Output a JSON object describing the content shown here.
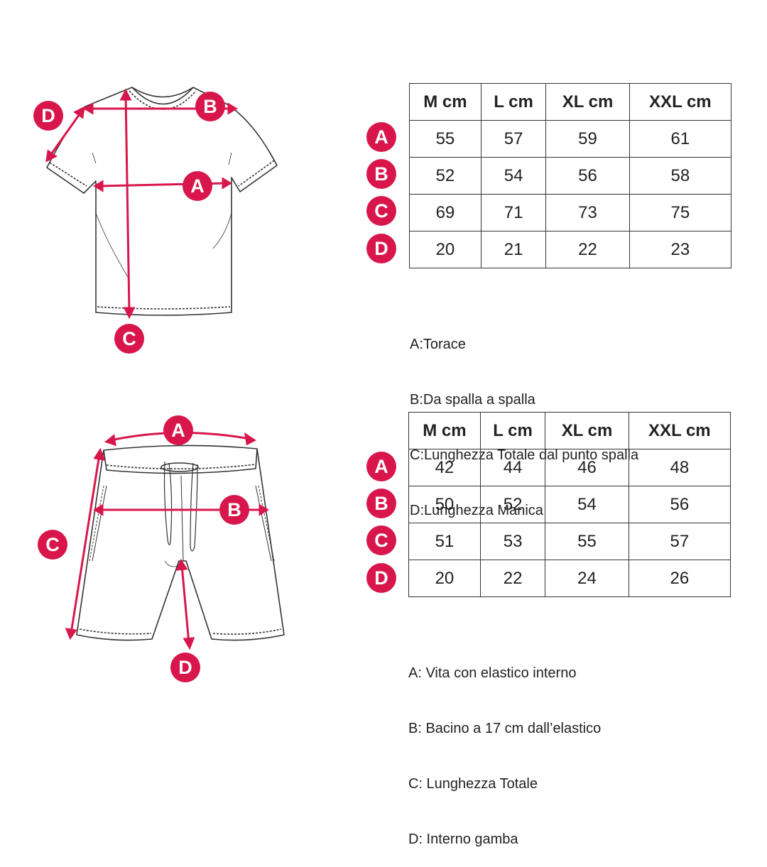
{
  "colors": {
    "accent": "#d8164c",
    "line": "#333333"
  },
  "tshirt": {
    "markers": {
      "a": "A",
      "b": "B",
      "c": "C",
      "d": "D"
    },
    "table": {
      "headers": [
        "M cm",
        "L cm",
        "XL cm",
        "XXL cm"
      ],
      "rows": [
        {
          "label": "A",
          "values": [
            "55",
            "57",
            "59",
            "61"
          ]
        },
        {
          "label": "B",
          "values": [
            "52",
            "54",
            "56",
            "58"
          ]
        },
        {
          "label": "C",
          "values": [
            "69",
            "71",
            "73",
            "75"
          ]
        },
        {
          "label": "D",
          "values": [
            "20",
            "21",
            "22",
            "23"
          ]
        }
      ]
    },
    "legend": [
      "A:Torace",
      "B:Da spalla a spalla",
      "C:Lunghezza Totale dal punto spalla",
      "D:Lunghezza Manica"
    ]
  },
  "shorts": {
    "markers": {
      "a": "A",
      "b": "B",
      "c": "C",
      "d": "D"
    },
    "table": {
      "headers": [
        "M cm",
        "L cm",
        "XL cm",
        "XXL cm"
      ],
      "rows": [
        {
          "label": "A",
          "values": [
            "42",
            "44",
            "46",
            "48"
          ]
        },
        {
          "label": "B",
          "values": [
            "50",
            "52",
            "54",
            "56"
          ]
        },
        {
          "label": "C",
          "values": [
            "51",
            "53",
            "55",
            "57"
          ]
        },
        {
          "label": "D",
          "values": [
            "20",
            "22",
            "24",
            "26"
          ]
        }
      ]
    },
    "legend": [
      "A: Vita con elastico interno",
      "B: Bacino a 17 cm dall’elastico",
      "C: Lunghezza Totale",
      "D: Interno gamba"
    ]
  }
}
